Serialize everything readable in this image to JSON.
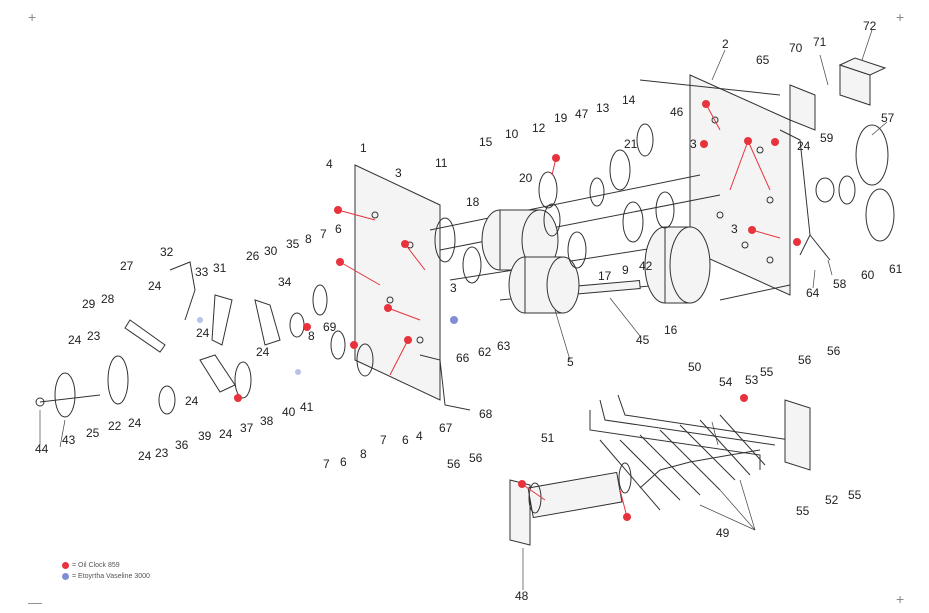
{
  "legend": {
    "oil_label": "= Oil Clock 859",
    "vaseline_label": "= Etoyrtha Vaseline 3000",
    "oil_color": "#e8323c",
    "vaseline_color": "#7f8fd6"
  },
  "callouts": {
    "c1": "1",
    "c2": "2",
    "c3a": "3",
    "c3b": "3",
    "c3c": "3",
    "c3d": "3",
    "c4a": "4",
    "c4b": "4",
    "c5": "5",
    "c6a": "6",
    "c6b": "6",
    "c6c": "6",
    "c7a": "7",
    "c7b": "7",
    "c7c": "7",
    "c8a": "8",
    "c8b": "8",
    "c8c": "8",
    "c9": "9",
    "c10": "10",
    "c11": "11",
    "c12": "12",
    "c13": "13",
    "c14": "14",
    "c15": "15",
    "c16": "16",
    "c17": "17",
    "c18": "18",
    "c19": "19",
    "c20": "20",
    "c21": "21",
    "c22": "22",
    "c23a": "23",
    "c23b": "23",
    "c24a": "24",
    "c24b": "24",
    "c24c": "24",
    "c24d": "24",
    "c24e": "24",
    "c24f": "24",
    "c24g": "24",
    "c24h": "24",
    "c24i": "24",
    "c25": "25",
    "c26": "26",
    "c27": "27",
    "c28": "28",
    "c29": "29",
    "c30": "30",
    "c31": "31",
    "c32": "32",
    "c33": "33",
    "c34": "34",
    "c35": "35",
    "c36": "36",
    "c37": "37",
    "c38": "38",
    "c39": "39",
    "c40": "40",
    "c41": "41",
    "c42": "42",
    "c43": "43",
    "c44": "44",
    "c45": "45",
    "c46": "46",
    "c47": "47",
    "c48": "48",
    "c49": "49",
    "c50": "50",
    "c51": "51",
    "c52": "52",
    "c53": "53",
    "c54": "54",
    "c55a": "55",
    "c55b": "55",
    "c55c": "55",
    "c56a": "56",
    "c56b": "56",
    "c56c": "56",
    "c56d": "56",
    "c57": "57",
    "c58": "58",
    "c59": "59",
    "c60": "60",
    "c61": "61",
    "c62": "62",
    "c63": "63",
    "c64": "64",
    "c65": "65",
    "c66": "66",
    "c67": "67",
    "c68": "68",
    "c69": "69",
    "c70": "70",
    "c71": "71",
    "c72": "72"
  }
}
